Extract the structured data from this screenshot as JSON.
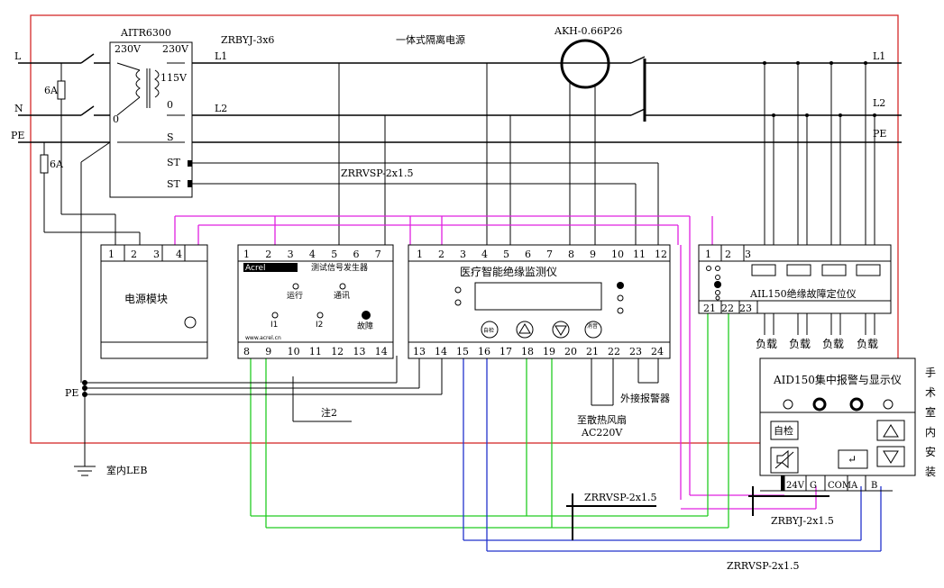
{
  "transformer": {
    "model": "AITR6300",
    "v1": "230V",
    "v2": "230V",
    "v3": "115V",
    "v4": "0",
    "v5": "0",
    "s": "S",
    "st1": "ST",
    "st2": "ST"
  },
  "lines": {
    "L": "L",
    "N": "N",
    "PE": "PE",
    "L1": "L1",
    "L2": "L2",
    "L1r": "L1",
    "L2r": "L2",
    "PEr": "PE"
  },
  "labels": {
    "cable1": "ZRBYJ-3x6",
    "title": "一体式隔离电源",
    "ct": "AKH-0.66P26",
    "cable2": "ZRRVSP-2x1.5",
    "fuse1": "6A",
    "fuse2": "6A",
    "pe_gnd": "PE",
    "ground": "室内LEB",
    "note2": "注2",
    "fan1": "至散热风扇",
    "fan2": "AC220V",
    "ext_alarm": "外接报警器",
    "cable3": "ZRRVSP-2x1.5",
    "cable4": "ZRBYJ-2x1.5",
    "cable5": "ZRRVSP-2x1.5",
    "hand1": "手",
    "hand2": "术",
    "hand3": "室",
    "hand4": "内",
    "hand5": "安",
    "hand6": "装",
    "load": "负载"
  },
  "power_module": {
    "name": "电源模块",
    "terms": [
      "1",
      "2",
      "3",
      "4"
    ]
  },
  "signal_gen": {
    "name": "测试信号发生器",
    "brand": "Acrel",
    "run": "运行",
    "comm": "通讯",
    "i1": "I1",
    "i2": "I2",
    "fault": "故障",
    "url": "www.acrel.cn",
    "top": [
      "1",
      "2",
      "3",
      "4",
      "5",
      "6",
      "7"
    ],
    "bot": [
      "8",
      "9",
      "10",
      "11",
      "12",
      "13",
      "14"
    ]
  },
  "monitor": {
    "name": "医疗智能绝缘监测仪",
    "btn_check": "自检",
    "btn_quiet": "消音",
    "top": [
      "1",
      "2",
      "3",
      "4",
      "5",
      "6",
      "7",
      "8",
      "9",
      "10",
      "11",
      "12"
    ],
    "bot": [
      "13",
      "14",
      "15",
      "16",
      "17",
      "18",
      "19",
      "20",
      "21",
      "22",
      "23",
      "24"
    ]
  },
  "locator": {
    "name": "AIL150绝缘故障定位仪",
    "top": [
      "1",
      "2",
      "3"
    ],
    "bot": [
      "21",
      "22",
      "23"
    ]
  },
  "display": {
    "name": "AID150集中报警与显示仪",
    "self": "自检",
    "enter": "↵",
    "terms": [
      "24V",
      "G",
      "COM",
      "A",
      "B"
    ]
  }
}
